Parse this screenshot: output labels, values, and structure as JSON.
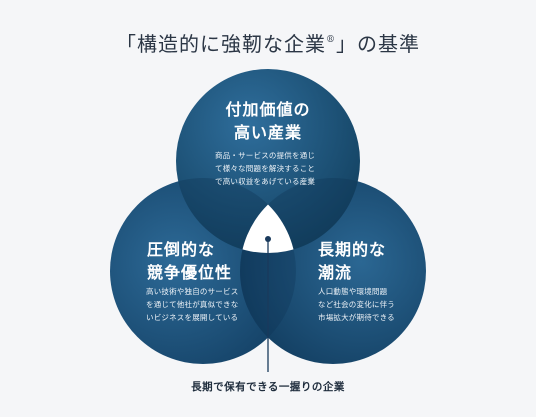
{
  "header": {
    "title_prefix": "「構造的に強靭な企業",
    "registered_mark": "®",
    "title_suffix": "」の基準"
  },
  "circles": {
    "top": {
      "heading_lines": [
        "付加価値の",
        "高い産業"
      ],
      "body_lines": [
        "商品・サービスの提供を通じ",
        "て様々な問題を解決すること",
        "で高い収益をあげている産業"
      ]
    },
    "left": {
      "heading_lines": [
        "圧倒的な",
        "競争優位性"
      ],
      "body_lines": [
        "高い技術や独自のサービス",
        "を通じて他社が真似できな",
        "いビジネスを展開している"
      ]
    },
    "right": {
      "heading_lines": [
        "長期的な",
        "潮流"
      ],
      "body_lines": [
        "人口動態や環境問題",
        "など社会の変化に伴う",
        "市場拡大が期待できる"
      ]
    }
  },
  "caption": "長期で保有できる一握りの企業",
  "colors": {
    "background": "#f5f6f8",
    "circle_dark": "#16466f",
    "circle_light": "#2f6e9c",
    "center": "#ffffff"
  }
}
